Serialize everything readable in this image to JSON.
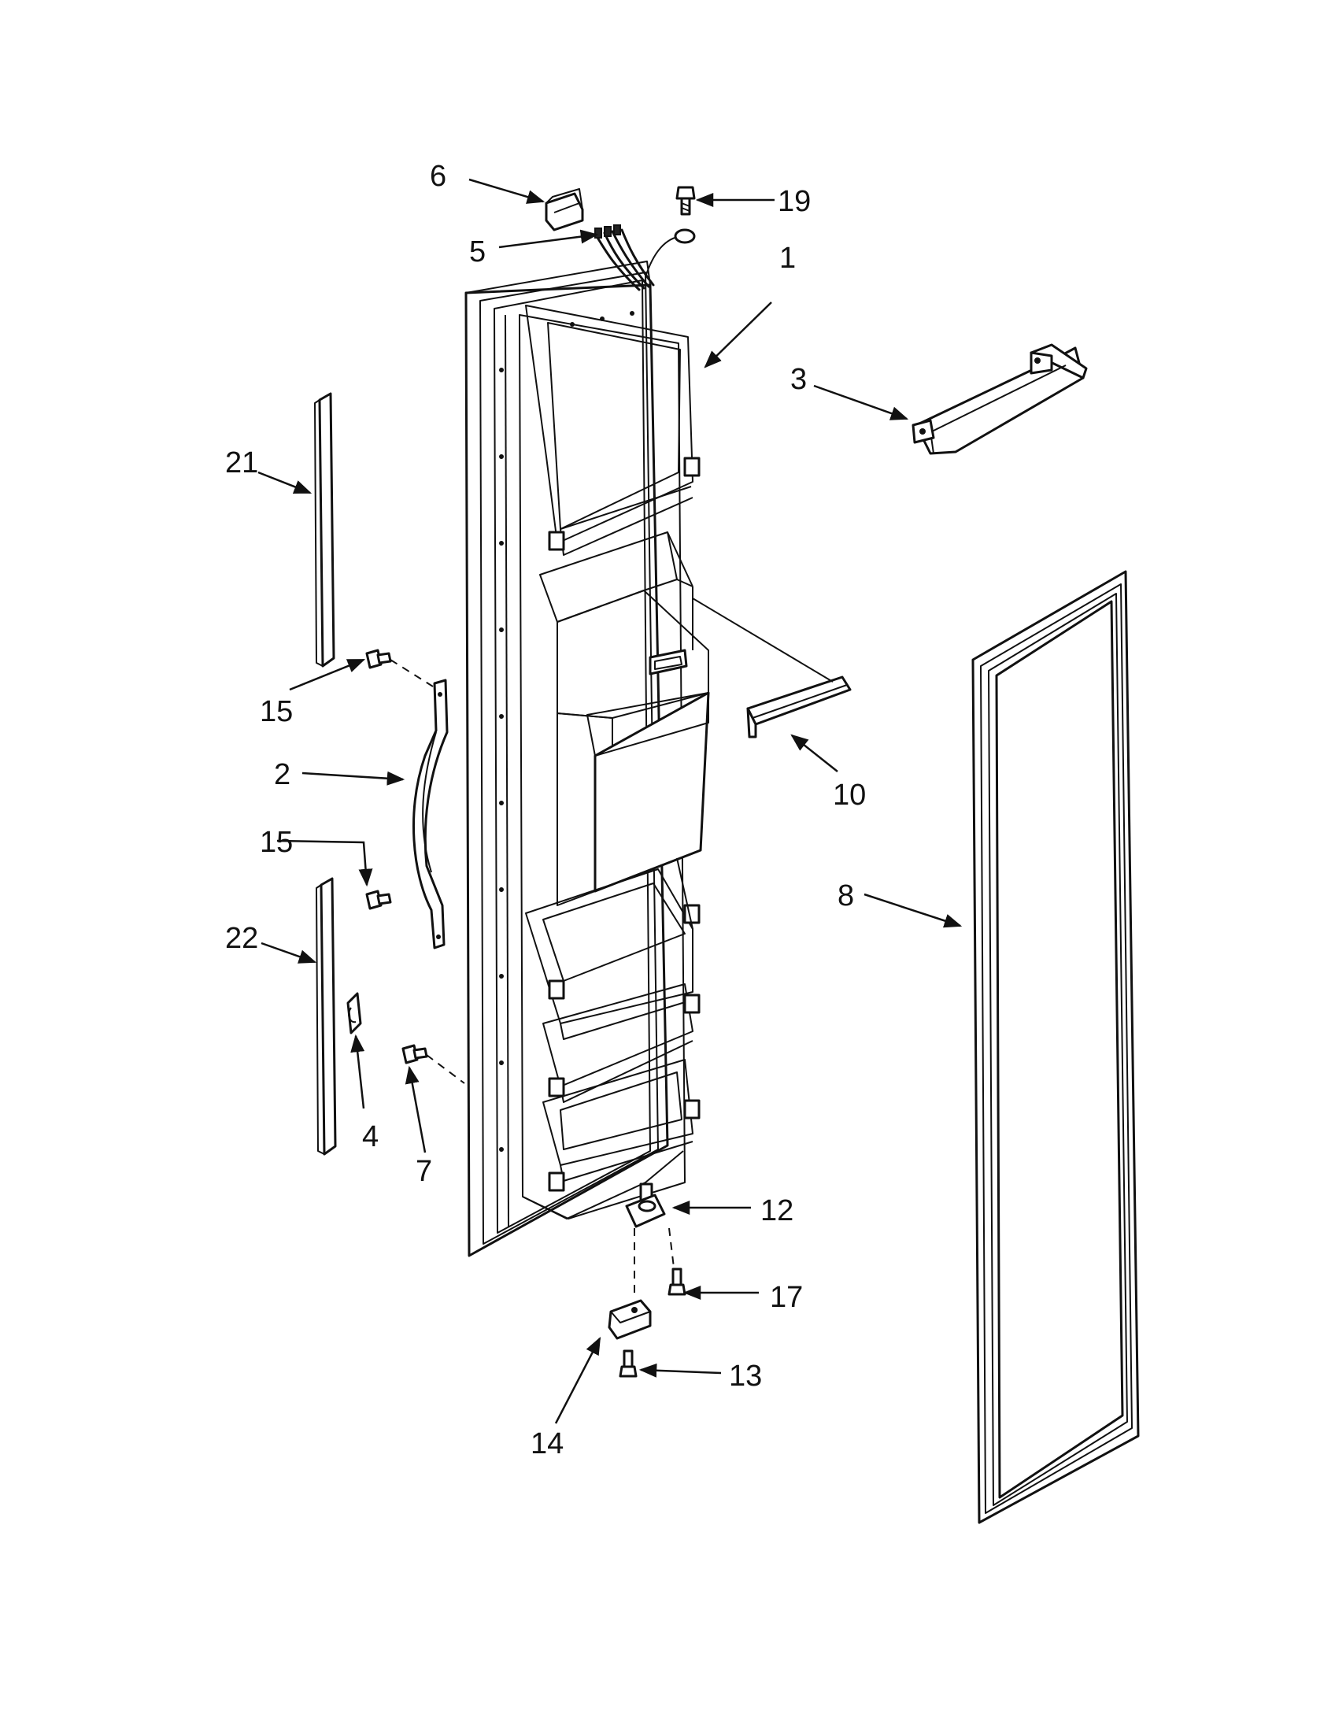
{
  "diagram": {
    "callouts": {
      "c1": "1",
      "c2": "2",
      "c3": "3",
      "c4": "4",
      "c5": "5",
      "c6": "6",
      "c7": "7",
      "c8": "8",
      "c10": "10",
      "c12": "12",
      "c13": "13",
      "c14": "14",
      "c15a": "15",
      "c15b": "15",
      "c17": "17",
      "c19": "19",
      "c21": "21",
      "c22": "22"
    }
  }
}
